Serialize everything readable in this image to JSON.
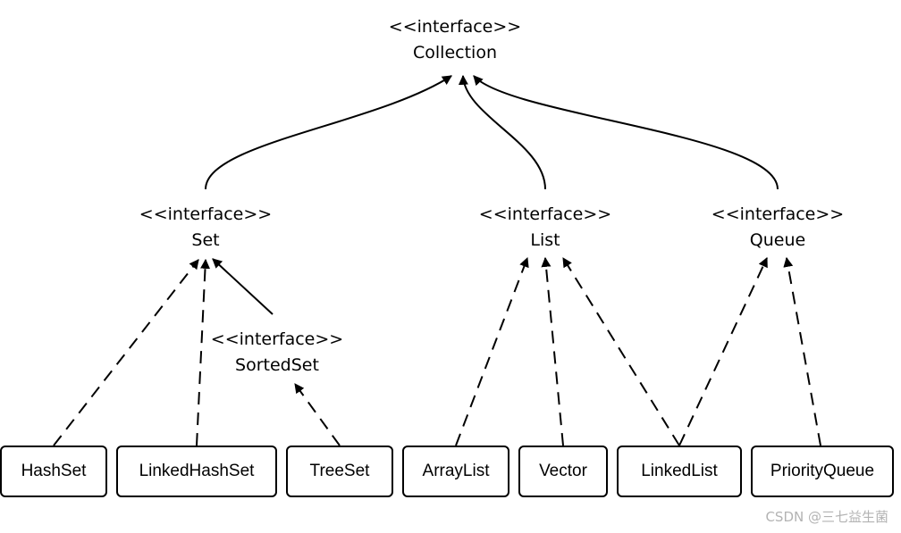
{
  "stereotype": "<<interface>>",
  "interfaces": {
    "collection": "Collection",
    "set": "Set",
    "sorted_set": "SortedSet",
    "list": "List",
    "queue": "Queue"
  },
  "classes": {
    "hashset": "HashSet",
    "linkedhashset": "LinkedHashSet",
    "treeset": "TreeSet",
    "arraylist": "ArrayList",
    "vector": "Vector",
    "linkedlist": "LinkedList",
    "priorityqueue": "PriorityQueue"
  },
  "watermark": "CSDN @三七益生菌"
}
